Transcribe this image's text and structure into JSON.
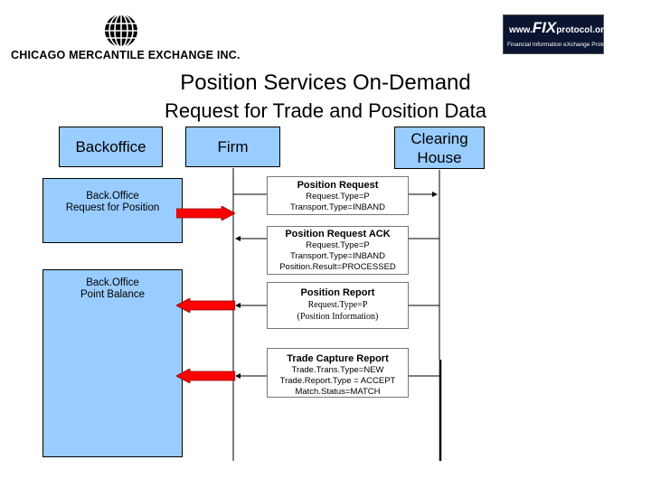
{
  "logos": {
    "cme_name": "CHICAGO MERCANTILE EXCHANGE INC.",
    "fix_main_prefix": "www.",
    "fix_main_big": "FIX",
    "fix_main_suffix": "protocol.org",
    "fix_sub": "Financial Information eXchange Protocol"
  },
  "title": {
    "line1": "Position Services On-Demand",
    "line2": "Request for Trade and Position Data"
  },
  "headers": {
    "backoffice": "Backoffice",
    "firm": "Firm",
    "clearing_line1": "Clearing",
    "clearing_line2": "House"
  },
  "backoffice_boxes": {
    "request_line1": "Back.Office",
    "request_line2": "Request for Position",
    "balance_line1": "Back.Office",
    "balance_line2": "Point Balance"
  },
  "messages": [
    {
      "head": "Position Request",
      "lines": [
        "Request.Type=P",
        "Transport.Type=INBAND"
      ]
    },
    {
      "head": "Position Request ACK",
      "lines": [
        "Request.Type=P",
        "Transport.Type=INBAND",
        "Position.Result=PROCESSED"
      ]
    },
    {
      "head": "Position Report",
      "lines": [
        "Request.Type=P",
        "(Position Information)"
      ]
    },
    {
      "head": "Trade Capture Report",
      "lines": [
        "Trade.Trans.Type=NEW",
        "Trade.Report.Type = ACCEPT",
        "Match.Status=MATCH"
      ]
    }
  ],
  "colors": {
    "box_blue": "#99ccff",
    "arrow_red": "#ff0000",
    "fix_logo_bg": "#0b1430"
  }
}
